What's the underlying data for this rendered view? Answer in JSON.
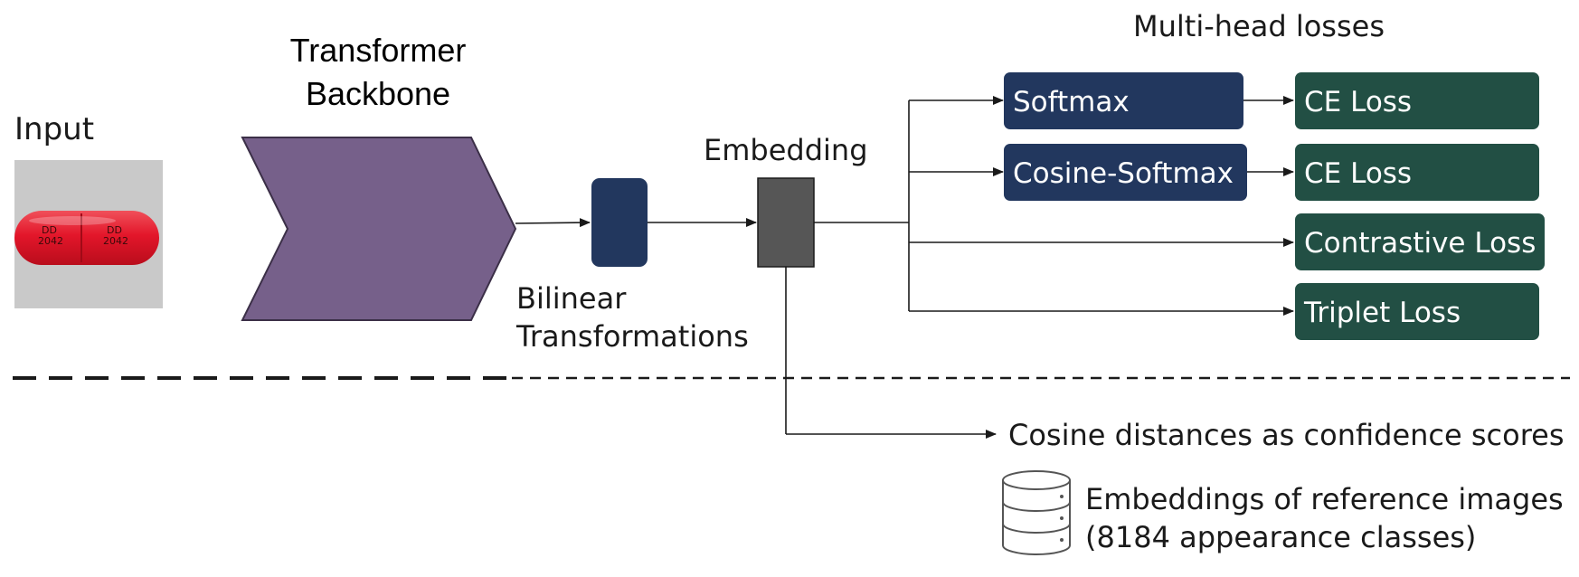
{
  "labels": {
    "input": "Input",
    "backbone_line1": "Transformer",
    "backbone_line2": "Backbone",
    "embedding": "Embedding",
    "bilinear_line1": "Bilinear",
    "bilinear_line2": "Transformations",
    "multihead": "Multi-head losses",
    "cosine_distances": "Cosine distances as confidence scores",
    "reference_line1": "Embeddings of reference images",
    "reference_line2": "(8184 appearance classes)"
  },
  "heads": [
    {
      "name": "Softmax",
      "loss": "CE Loss"
    },
    {
      "name": "Cosine-Softmax",
      "loss": "CE Loss"
    },
    {
      "name": "",
      "loss": "Contrastive Loss"
    },
    {
      "name": "",
      "loss": "Triplet Loss"
    }
  ],
  "colors": {
    "navy": "#22375e",
    "green": "#224f44",
    "purple": "#76608a",
    "gray": "#565656",
    "pill_red": "#e8202c"
  },
  "icons": {
    "database": "database-icon",
    "pill": "capsule-pill-image"
  }
}
